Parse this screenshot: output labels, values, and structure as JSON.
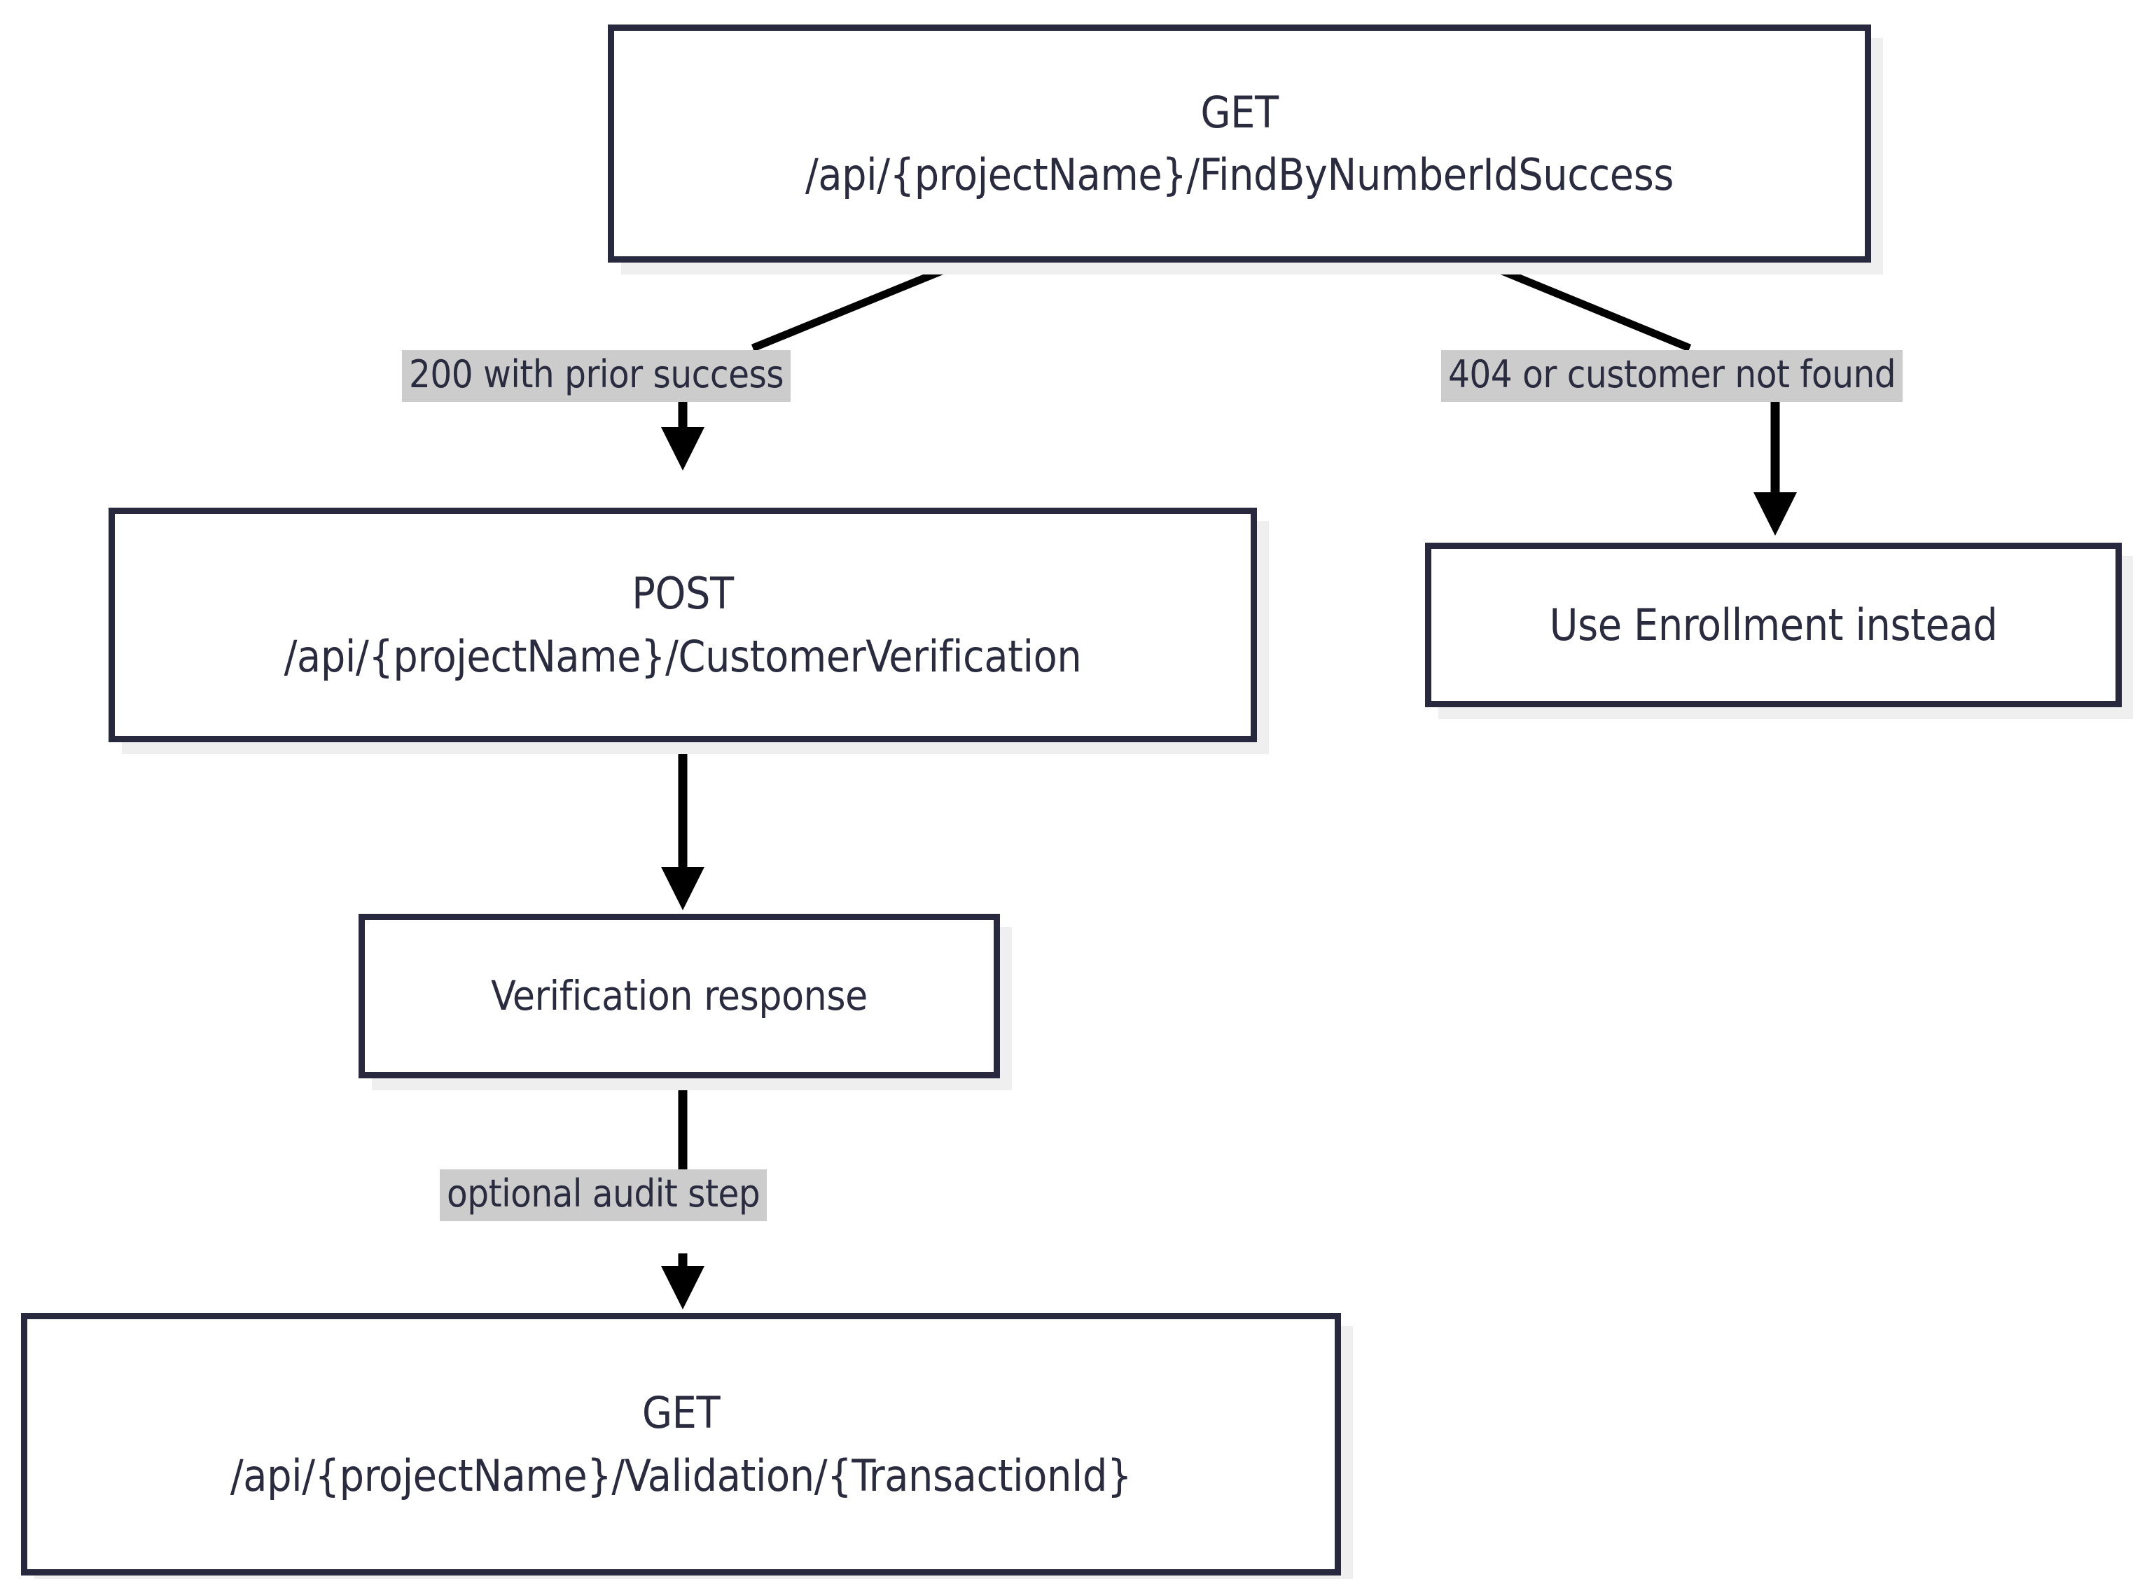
{
  "diagram": {
    "type": "flowchart",
    "direction": "top-down",
    "background_color": "#ffffff",
    "node_border_color": "#28283e",
    "node_fill_color": "#ffffff",
    "node_text_color": "#2b2b40",
    "edge_color": "#000000",
    "edge_label_background": "#cccccc",
    "shadow_color": "#efefef",
    "nodes": [
      {
        "id": "find-by-number",
        "shape": "rectangle",
        "line1": "GET",
        "line2": "/api/{projectName}/FindByNumberIdSuccess"
      },
      {
        "id": "customer-verification",
        "shape": "rectangle",
        "line1": "POST",
        "line2": "/api/{projectName}/CustomerVerification"
      },
      {
        "id": "use-enrollment",
        "shape": "rectangle",
        "line1": "Use Enrollment instead"
      },
      {
        "id": "verification-response",
        "shape": "rectangle",
        "line1": "Verification response"
      },
      {
        "id": "validation",
        "shape": "rectangle",
        "line1": "GET",
        "line2": "/api/{projectName}/Validation/{TransactionId}"
      }
    ],
    "edges": [
      {
        "id": "edge-success",
        "from": "find-by-number",
        "to": "customer-verification",
        "label": "200 with prior success",
        "arrowhead": true
      },
      {
        "id": "edge-not-found",
        "from": "find-by-number",
        "to": "use-enrollment",
        "label": "404 or customer not found",
        "arrowhead": true
      },
      {
        "id": "edge-verification-response",
        "from": "customer-verification",
        "to": "verification-response",
        "label": "",
        "arrowhead": true
      },
      {
        "id": "edge-audit",
        "from": "verification-response",
        "to": "validation",
        "label": "optional audit step",
        "arrowhead": true
      }
    ]
  }
}
